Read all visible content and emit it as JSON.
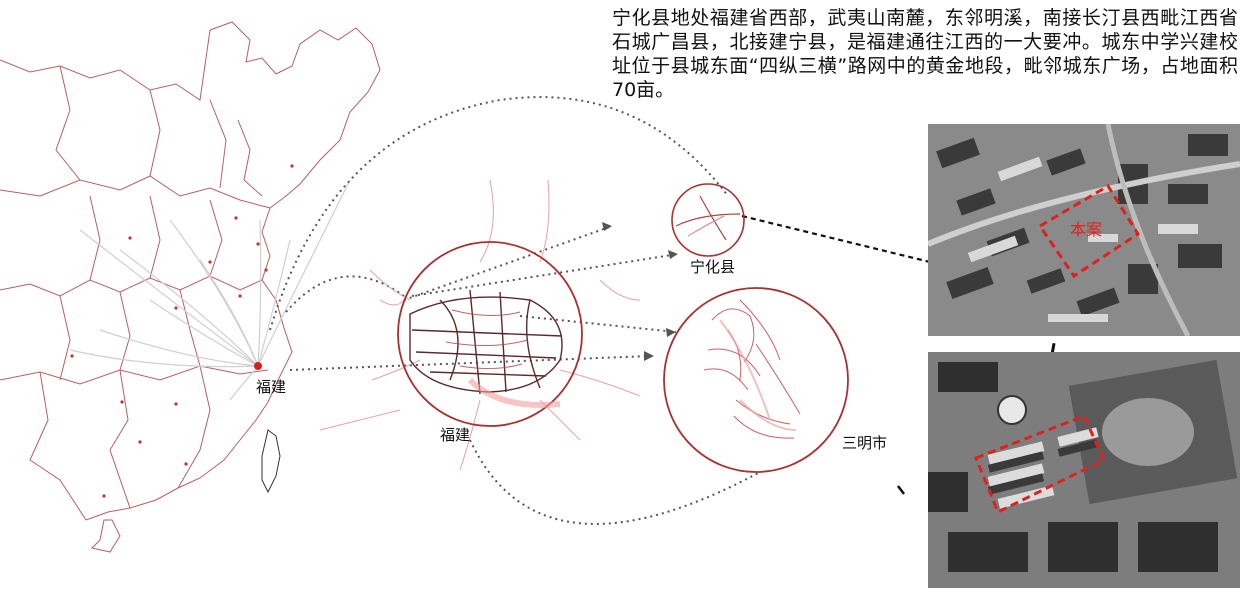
{
  "description": "宁化县地处福建省西部，武夷山南麓，东邻明溪，南接长汀县西毗江西省石城广昌县，北接建宁县，是福建通往江西的一大要冲。城东中学兴建校址位于县城东面“四纵三横”路网中的黄金地段，毗邻城东广场，占地面积70亩。",
  "labels": {
    "fujian_map": "福建",
    "fujian_city": "福建",
    "ninghua": "宁化县",
    "sanming": "三明市",
    "site": "本案"
  },
  "colors": {
    "boundary": "#b05555",
    "circle": "#a83232",
    "highlight": "#e02020",
    "connector": "#444444"
  }
}
